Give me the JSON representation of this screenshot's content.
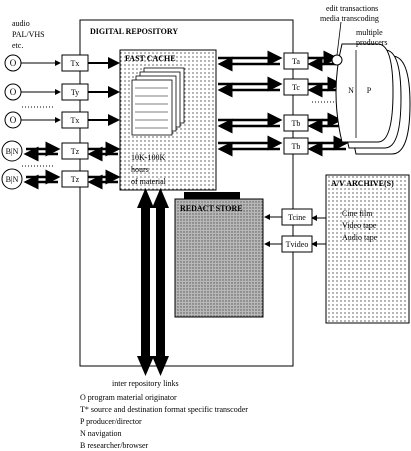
{
  "source_labels": {
    "line1": "audio",
    "line2": "PAL/VHS",
    "line3": "etc."
  },
  "repository": {
    "title": "DIGITAL REPOSITORY"
  },
  "fast_cache": {
    "title": "FAST CACHE",
    "note_line1": "10K-100K",
    "note_line2": "hours",
    "note_line3": "of material"
  },
  "redact_store": {
    "title": "REDACT STORE"
  },
  "sources": [
    {
      "symbol": "O",
      "transcoder": "Tx"
    },
    {
      "symbol": "O",
      "transcoder": "Ty"
    },
    {
      "symbol": "O",
      "transcoder": "Tx"
    },
    {
      "symbol": "B|N",
      "transcoder": "Tz"
    },
    {
      "symbol": "B|N",
      "transcoder": "Tz"
    }
  ],
  "right_transcoders": [
    "Ta",
    "Tc",
    "Tb",
    "Tb"
  ],
  "producers": {
    "top_label_line1": "edit transactions",
    "top_label_line2": "media transcoding",
    "caption_line1": "multiple",
    "caption_line2": "producers",
    "n_label": "N",
    "p_label": "P"
  },
  "archive": {
    "title": "A/V ARCHIVE(S)",
    "items": [
      "Cine film",
      "Video tape",
      "Audio tape"
    ],
    "transcoders": [
      "Tcine",
      "Tvideo"
    ]
  },
  "links_label": "inter repository links",
  "legend": [
    "O program material originator",
    "T* source and destination format specific transcoder",
    "P producer/director",
    "N navigation",
    "B researcher/browser"
  ]
}
